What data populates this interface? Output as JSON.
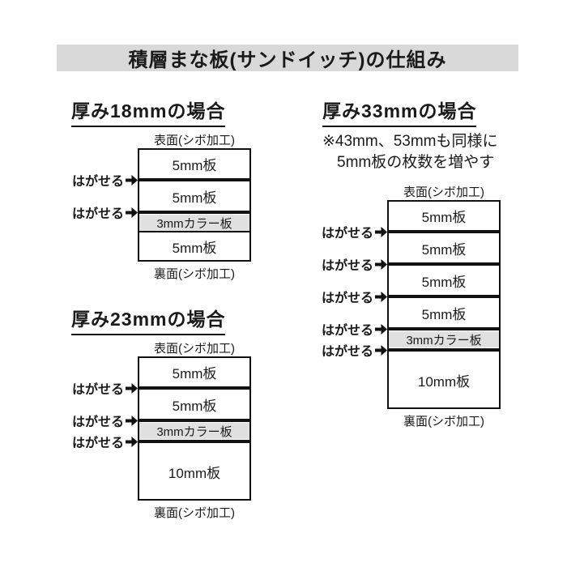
{
  "title": "積層まな板(サンドイッチ)の仕組み",
  "labels": {
    "surface": "表面(シボ加工)",
    "back": "裏面(シボ加工)",
    "peel": "はがせる"
  },
  "colors": {
    "title_bar_bg": "#d9d9d9",
    "color_layer_bg": "#e0e0e0",
    "line": "#111111",
    "text": "#1a1a1a",
    "background": "#ffffff"
  },
  "diagrams": [
    {
      "id": "18mm",
      "heading": "厚み18mmの場合",
      "note_lines": [],
      "total_mm": 18,
      "peel_count": 2,
      "layers": [
        {
          "label": "5mm板",
          "mm": 5,
          "color": false,
          "divider_after": "peel"
        },
        {
          "label": "5mm板",
          "mm": 5,
          "color": false,
          "divider_after": "peel"
        },
        {
          "label": "3mmカラー板",
          "mm": 3,
          "color": true,
          "divider_after": "thin"
        },
        {
          "label": "5mm板",
          "mm": 5,
          "color": false,
          "divider_after": null
        }
      ]
    },
    {
      "id": "23mm",
      "heading": "厚み23mmの場合",
      "note_lines": [],
      "total_mm": 23,
      "peel_count": 3,
      "layers": [
        {
          "label": "5mm板",
          "mm": 5,
          "color": false,
          "divider_after": "peel"
        },
        {
          "label": "5mm板",
          "mm": 5,
          "color": false,
          "divider_after": "peel"
        },
        {
          "label": "3mmカラー板",
          "mm": 3,
          "color": true,
          "divider_after": "peel"
        },
        {
          "label": "10mm板",
          "mm": 10,
          "color": false,
          "divider_after": null
        }
      ]
    },
    {
      "id": "33mm",
      "heading": "厚み33mmの場合",
      "note_lines": [
        "※43mm、53mmも同様に",
        "5mm板の枚数を増やす"
      ],
      "total_mm": 33,
      "peel_count": 5,
      "layers": [
        {
          "label": "5mm板",
          "mm": 5,
          "color": false,
          "divider_after": "peel"
        },
        {
          "label": "5mm板",
          "mm": 5,
          "color": false,
          "divider_after": "peel"
        },
        {
          "label": "5mm板",
          "mm": 5,
          "color": false,
          "divider_after": "peel"
        },
        {
          "label": "5mm板",
          "mm": 5,
          "color": false,
          "divider_after": "peel"
        },
        {
          "label": "3mmカラー板",
          "mm": 3,
          "color": true,
          "divider_after": "peel"
        },
        {
          "label": "10mm板",
          "mm": 10,
          "color": false,
          "divider_after": null
        }
      ]
    }
  ]
}
